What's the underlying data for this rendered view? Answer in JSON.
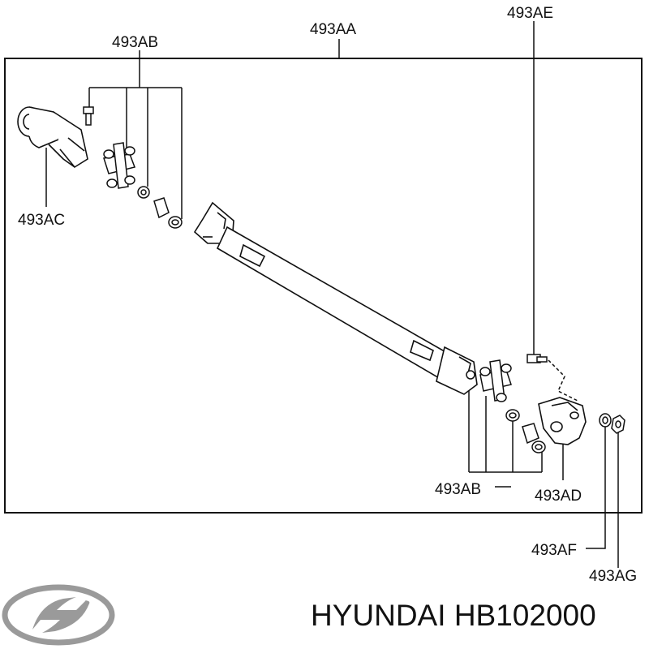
{
  "callouts": {
    "shaft_assembly": "493AA",
    "bolt_top": "493AE",
    "joint_kit_top": "493AB",
    "yoke_front": "493AC",
    "joint_kit_bottom": "493AB",
    "flange_yoke": "493AD",
    "washer": "493AF",
    "nut": "493AG"
  },
  "footer": {
    "brand": "HYUNDAI",
    "part_number": "HB102000",
    "logo_icon": "hyundai-logo-icon"
  },
  "colors": {
    "line": "#111111",
    "background": "#ffffff",
    "logo": "#9a9a9a"
  }
}
